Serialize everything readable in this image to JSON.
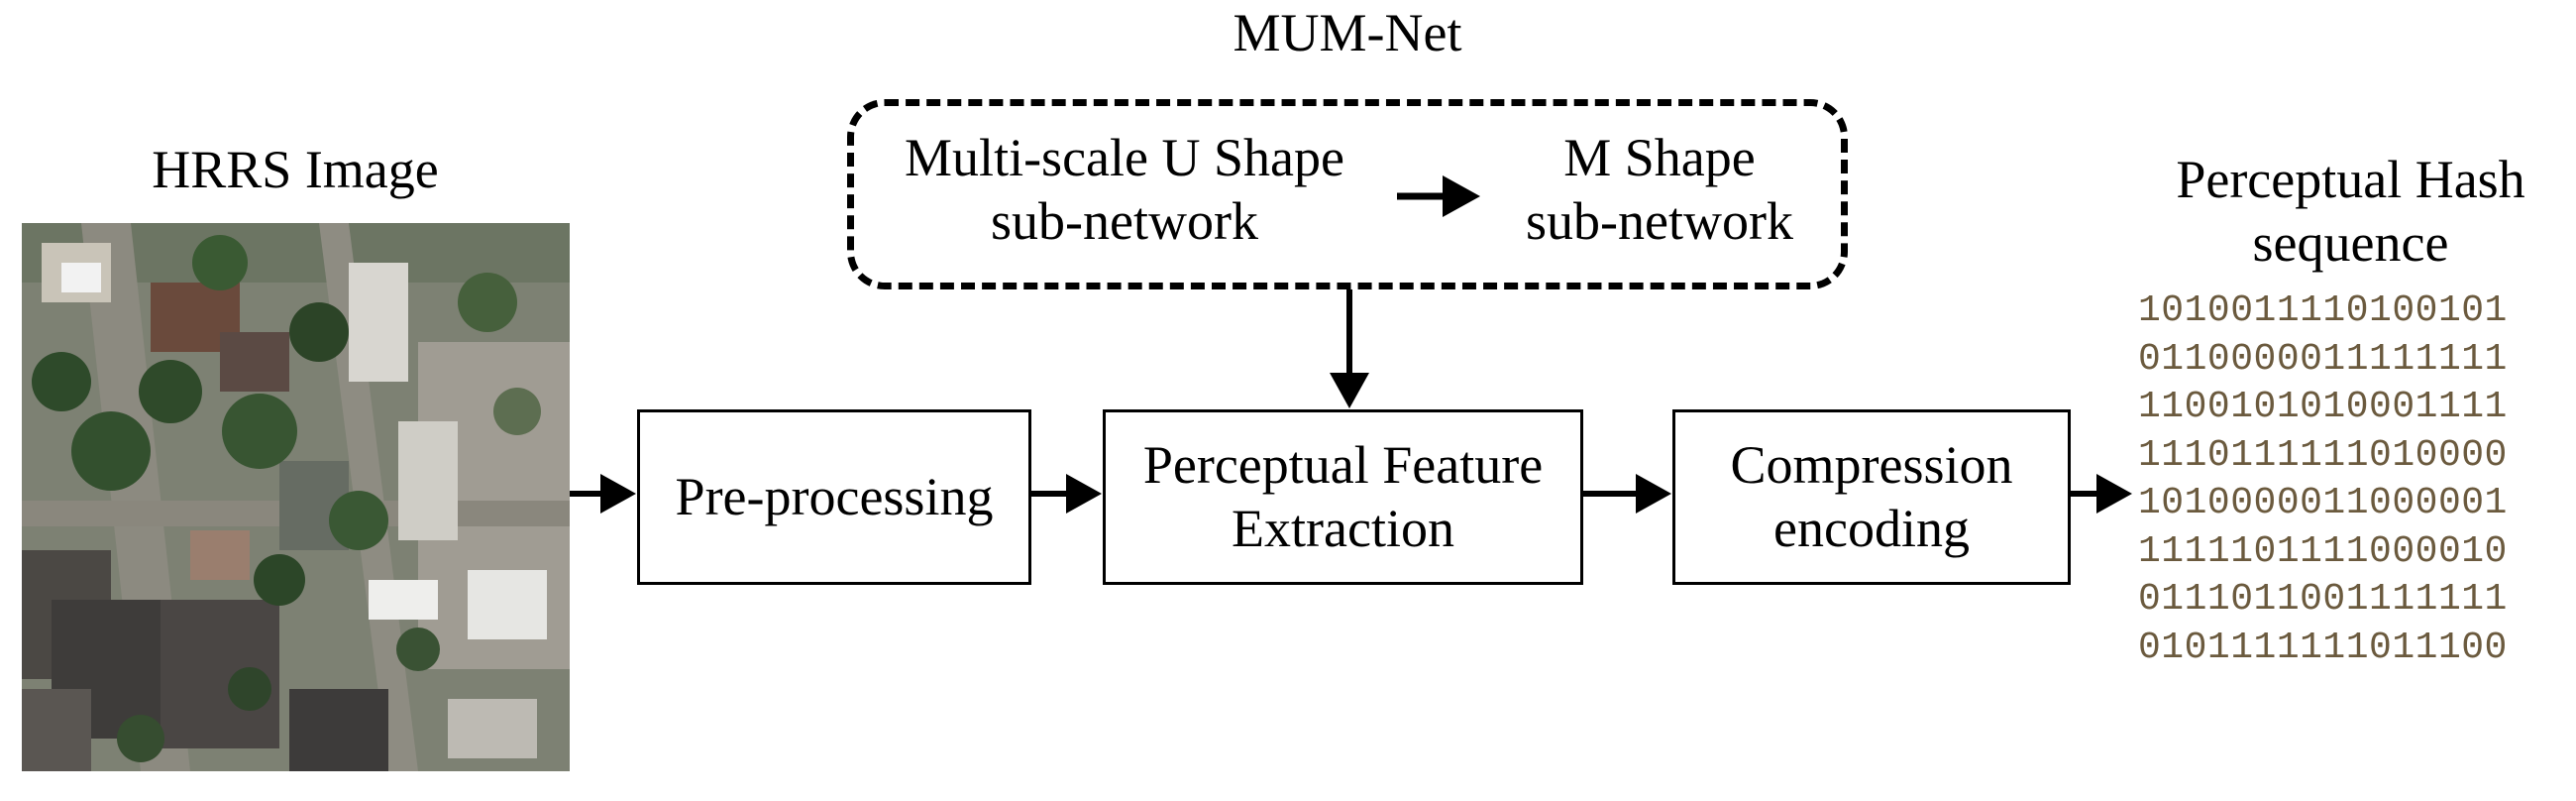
{
  "title": "MUM-Net",
  "image_label": "HRRS Image",
  "output_label": [
    "Perceptual Hash",
    "sequence"
  ],
  "subnetworks": {
    "left": [
      "Multi-scale U Shape",
      "sub-network"
    ],
    "right": [
      "M Shape",
      "sub-network"
    ]
  },
  "steps": {
    "preprocessing": [
      "Pre-processing"
    ],
    "feature_extraction": [
      "Perceptual Feature",
      "Extraction"
    ],
    "compression": [
      "Compression",
      "encoding"
    ]
  },
  "hash_lines": [
    "1010011110100101",
    "0110000011111111",
    "1100101010001111",
    "1110111111010000",
    "1010000011000001",
    "1111101111000010",
    "0111011001111111",
    "0101111111011100"
  ],
  "colors": {
    "hash_text": "#6b5a3e",
    "stroke": "#000000"
  }
}
